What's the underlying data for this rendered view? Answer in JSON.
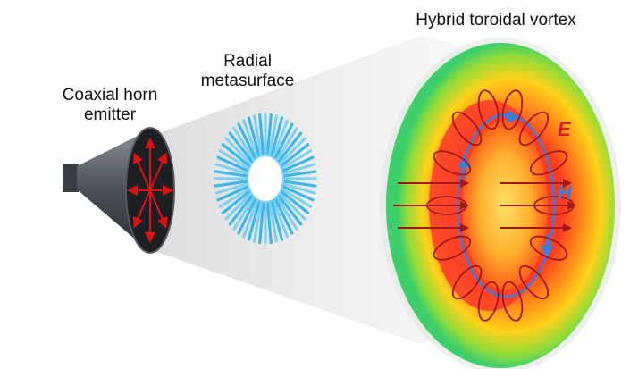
{
  "labels": {
    "emitter_line1": "Coaxial horn",
    "emitter_line2": "emitter",
    "metasurface_line1": "Radial",
    "metasurface_line2": "metasurface",
    "vortex": "Hybrid toroidal vortex",
    "e_field": "E",
    "h_field": "H"
  },
  "colors": {
    "e_field": "#d62020",
    "h_field": "#3a7fd8",
    "horn_body": "#4a4f57",
    "horn_face": "#1e1f22",
    "metasurface": "#3fb6e8",
    "arrow": "#e01010"
  }
}
